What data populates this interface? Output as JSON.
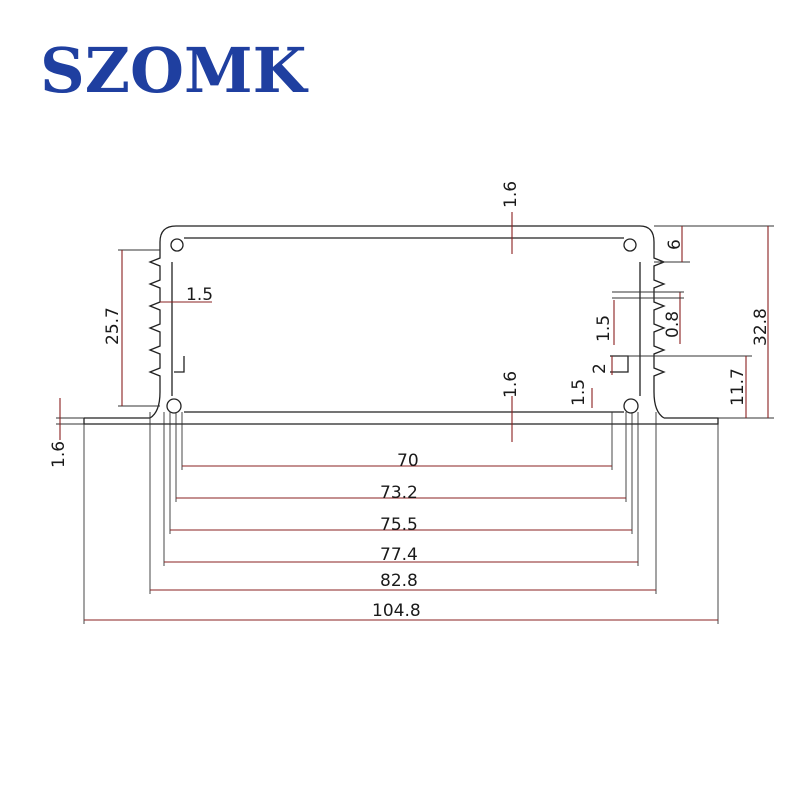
{
  "brand": {
    "logo_text": "SZOMK",
    "color": "#1f3fa0"
  },
  "dimension_line_color": "#8a2020",
  "dimensions": {
    "wall_top": "1.6",
    "groove_depth": "6",
    "fin_thickness": "1.5",
    "fin_height": "25.7",
    "slot_width": "0.8",
    "inner_lip": "1.5",
    "lip_gap": "2",
    "lower_lip": "1.5",
    "overall_height": "32.8",
    "flange_height": "11.7",
    "flange_thickness": "1.6",
    "base_wall": "1.6",
    "width_70": "70",
    "width_73_2": "73.2",
    "width_75_5": "75.5",
    "width_77_4": "77.4",
    "width_82_8": "82.8",
    "width_104_8": "104.8"
  }
}
